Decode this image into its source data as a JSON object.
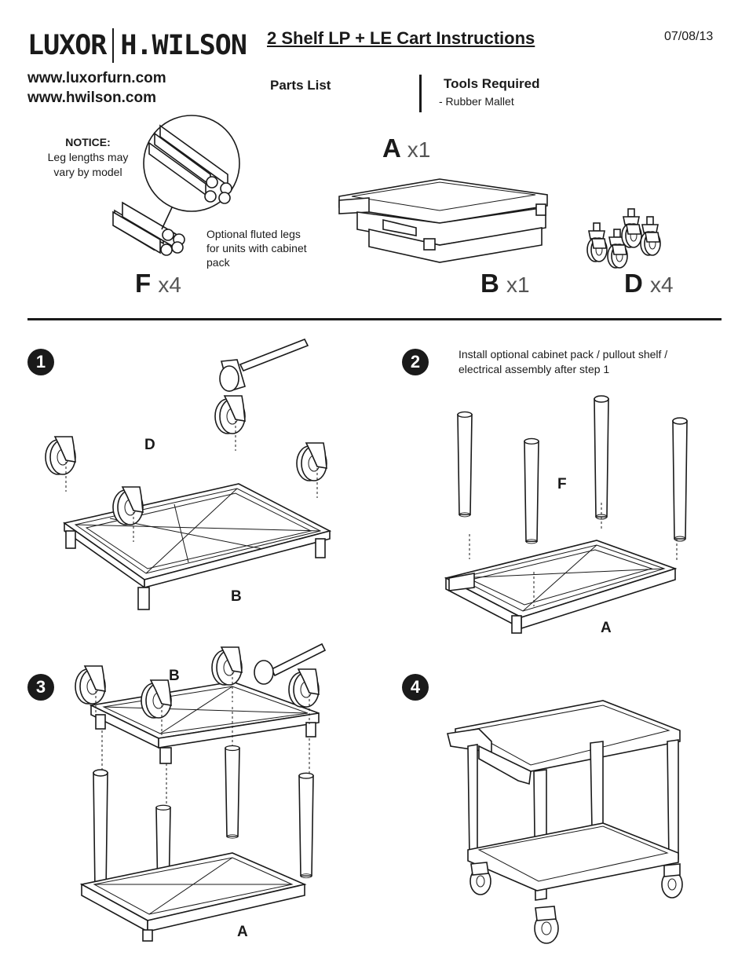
{
  "header": {
    "brand_left": "LUXOR",
    "brand_right": "H.WILSON",
    "title": "2 Shelf LP + LE Cart Instructions",
    "date": "07/08/13",
    "urls": [
      "www.luxorfurn.com",
      "www.hwilson.com"
    ]
  },
  "parts_list": {
    "heading": "Parts List",
    "notice_title": "NOTICE:",
    "notice_text": "Leg lengths may vary by model",
    "fluted_note": "Optional fluted legs for units with cabinet pack",
    "items": [
      {
        "letter": "A",
        "qty": "x1"
      },
      {
        "letter": "F",
        "qty": "x4"
      },
      {
        "letter": "B",
        "qty": "x1"
      },
      {
        "letter": "D",
        "qty": "x4"
      }
    ]
  },
  "tools": {
    "heading": "Tools Required",
    "items": [
      "-  Rubber Mallet"
    ]
  },
  "steps": [
    {
      "number": "1",
      "labels": [
        "D",
        "B"
      ]
    },
    {
      "number": "2",
      "note": "Install optional cabinet pack / pullout shelf / electrical assembly after step 1",
      "labels": [
        "F",
        "A"
      ]
    },
    {
      "number": "3",
      "labels": [
        "B",
        "A"
      ]
    },
    {
      "number": "4"
    }
  ]
}
